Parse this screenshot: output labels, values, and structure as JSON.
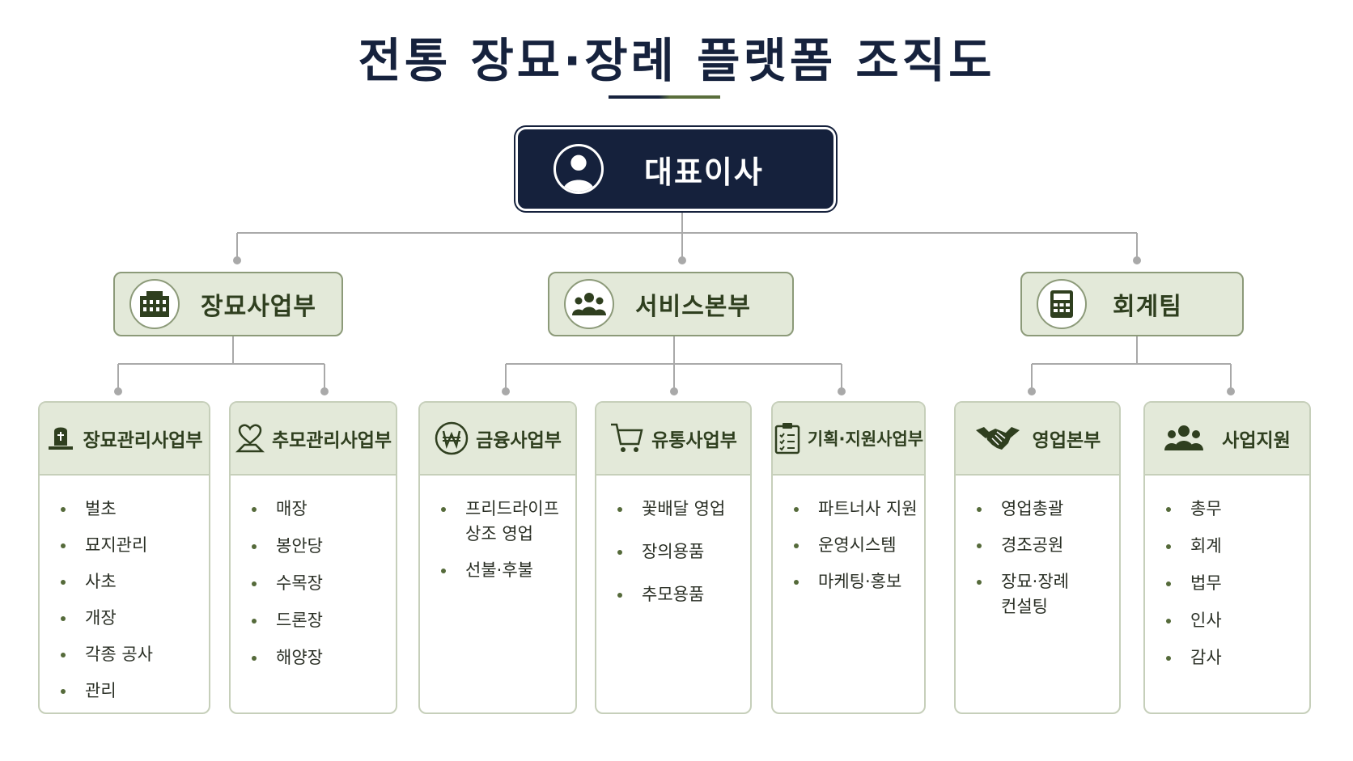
{
  "title": "전통 장묘·장례 플랫폼 조직도",
  "ceo": {
    "label": "대표이사",
    "icon": "user-icon"
  },
  "departments": [
    {
      "label": "장묘사업부",
      "icon": "building-icon"
    },
    {
      "label": "서비스본부",
      "icon": "people-icon"
    },
    {
      "label": "회계팀",
      "icon": "calculator-icon"
    }
  ],
  "teams": [
    {
      "title": "장묘관리사업부",
      "icon": "tombstone-icon",
      "items": [
        "벌초",
        "묘지관리",
        "사초",
        "개장",
        "각종 공사",
        "관리"
      ]
    },
    {
      "title": "추모관리사업부",
      "icon": "heart-pin-icon",
      "items": [
        "매장",
        "봉안당",
        "수목장",
        "드론장",
        "해양장"
      ]
    },
    {
      "title": "금융사업부",
      "icon": "won-icon",
      "items": [
        "프리드라이프\n상조 영업",
        "선불·후불"
      ]
    },
    {
      "title": "유통사업부",
      "icon": "cart-icon",
      "items": [
        "꽃배달 영업",
        "장의용품",
        "추모용품"
      ]
    },
    {
      "title": "기획·지원사업부",
      "icon": "clipboard-icon",
      "items": [
        "파트너사 지원",
        "운영시스템",
        "마케팅·홍보"
      ]
    },
    {
      "title": "영업본부",
      "icon": "handshake-icon",
      "items": [
        "영업총괄",
        "경조공원",
        "장묘·장례\n컨설팅"
      ]
    },
    {
      "title": "사업지원",
      "icon": "team-icon",
      "items": [
        "총무",
        "회계",
        "법무",
        "인사",
        "감사"
      ]
    }
  ],
  "colors": {
    "navy": "#15213c",
    "olive": "#2f3f1f",
    "sage": "#e3e9d9",
    "connector": "#a9a9a9"
  }
}
